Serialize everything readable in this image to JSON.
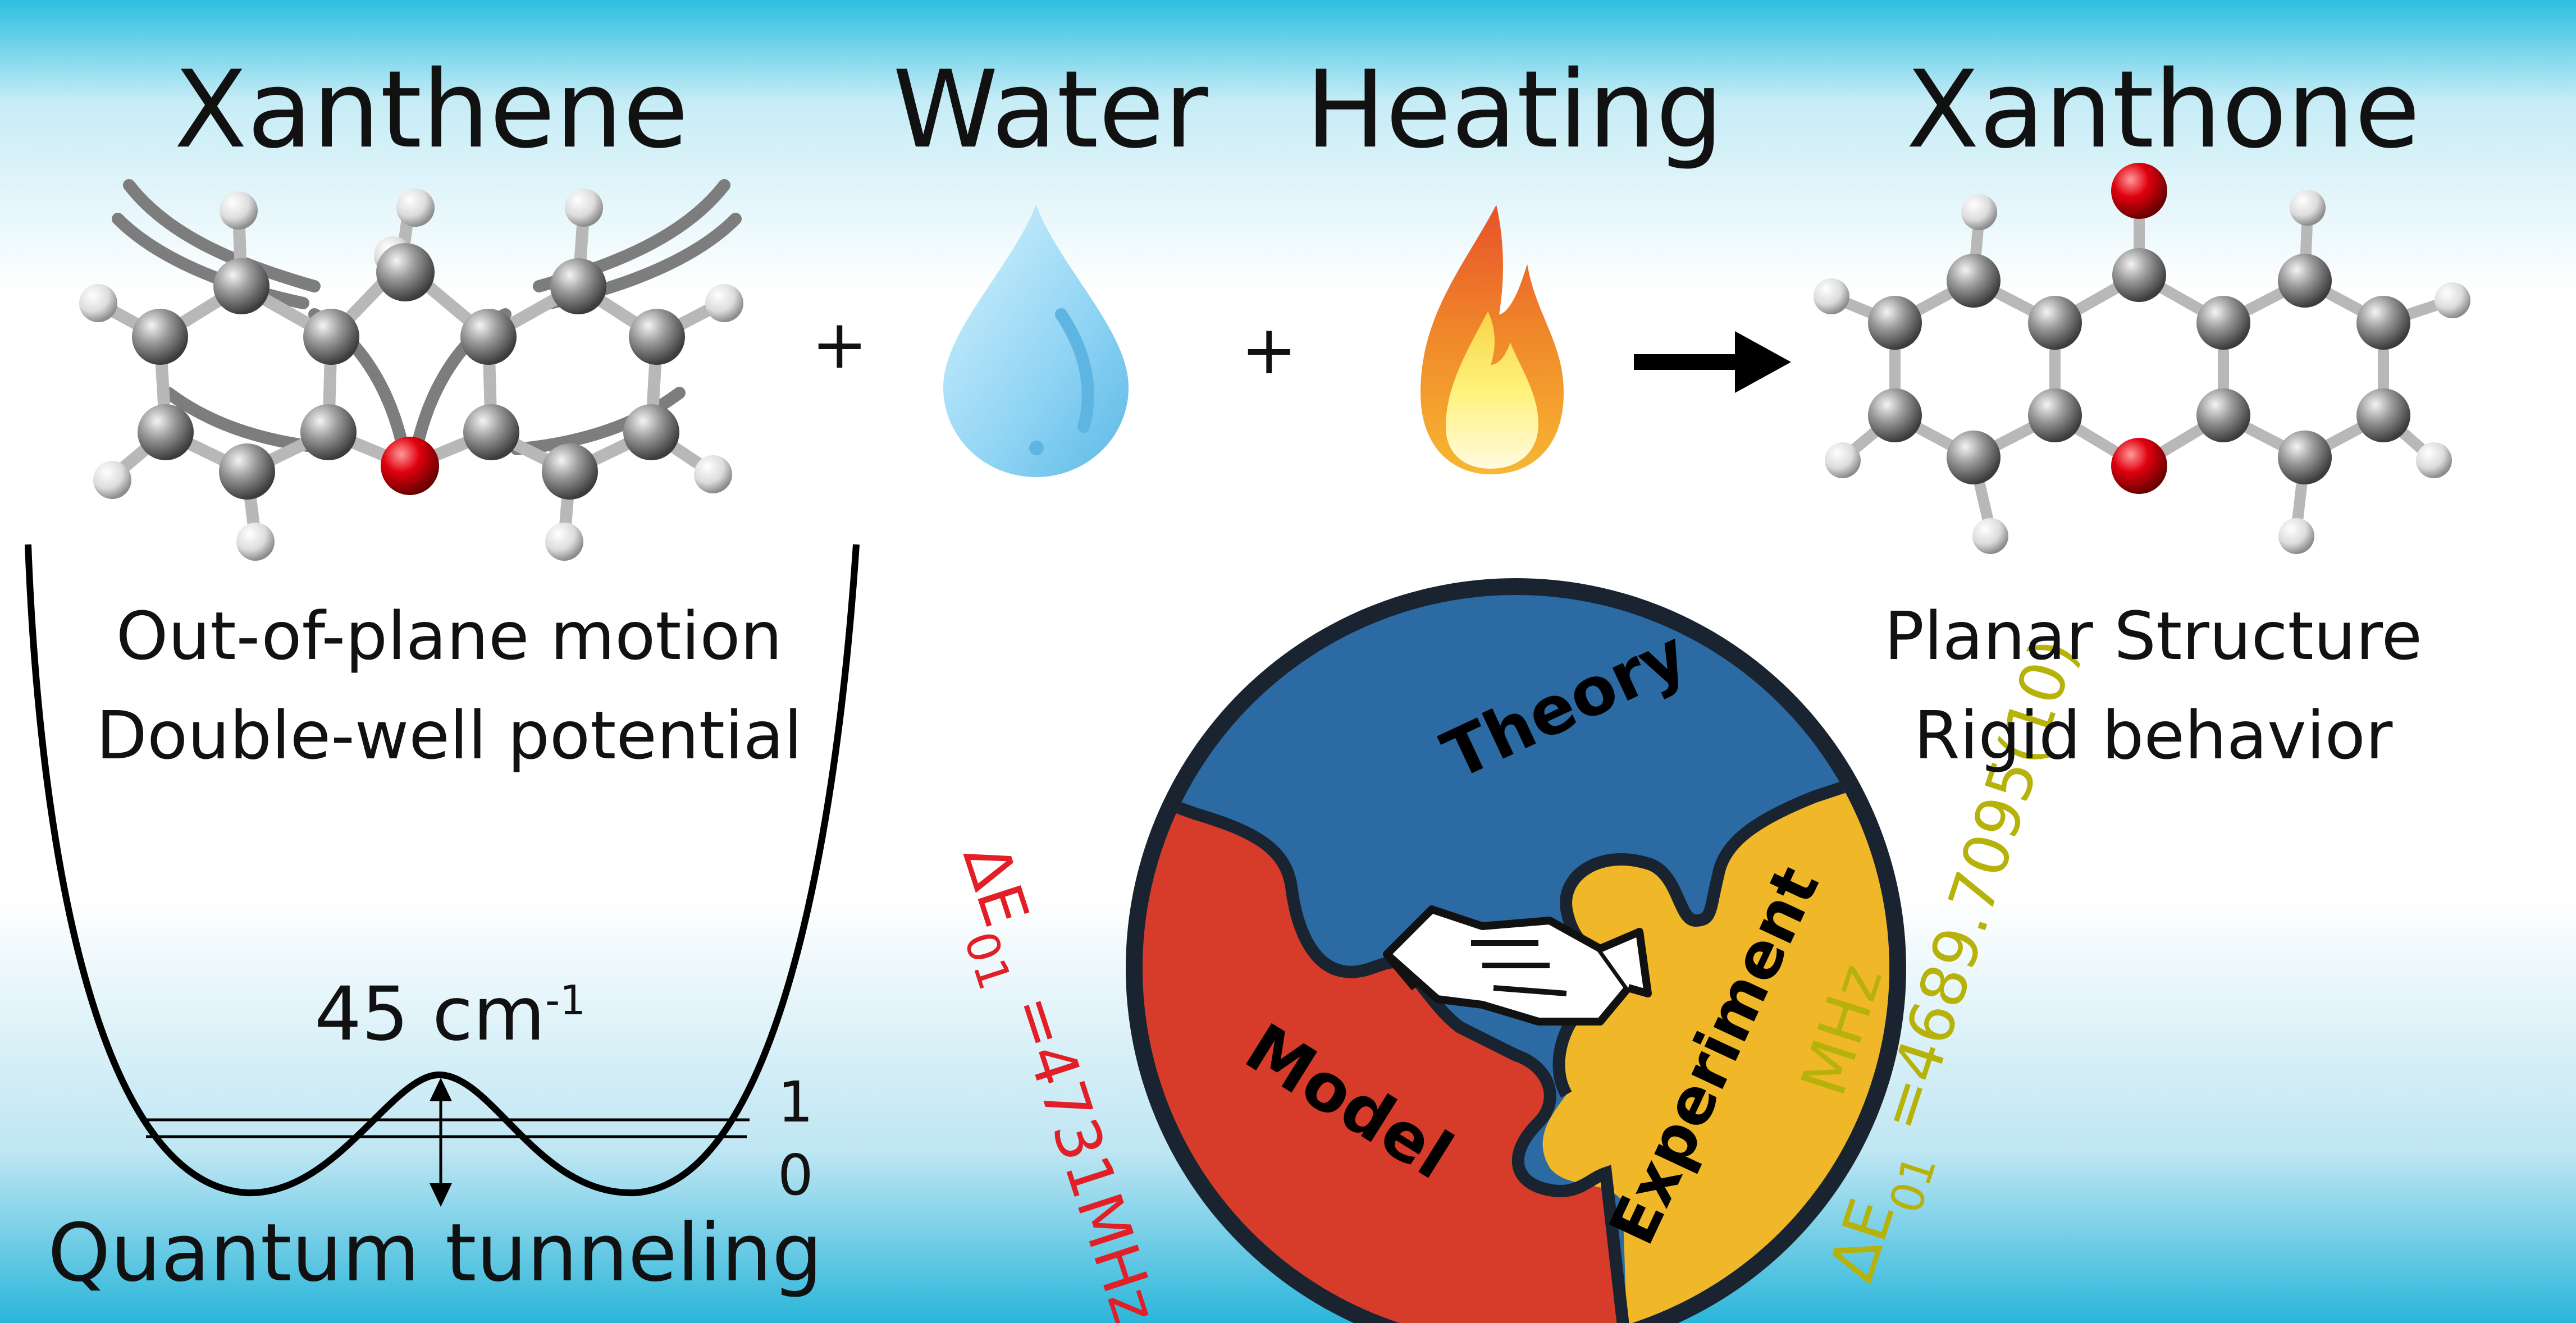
{
  "reactants": {
    "xanthene": "Xanthene",
    "water": "Water",
    "heating": "Heating",
    "xanthone": "Xanthone",
    "plus": "+"
  },
  "xanthene_info": {
    "line1": "Out-of-plane motion",
    "line2": "Double-well potential"
  },
  "xanthone_info": {
    "line1": "Planar Structure",
    "line2": "Rigid behavior"
  },
  "potential": {
    "barrier": "45 cm",
    "barrier_sup": "-1",
    "level1": "1",
    "level0": "0",
    "caption": "Quantum tunneling"
  },
  "puzzle": {
    "theory": "Theory",
    "model": "Model",
    "experiment": "Experiment"
  },
  "splitting": {
    "theory_prefix": "ΔE",
    "theory_sub": "01",
    "theory_value": " =4731MHz",
    "exp_prefix": "ΔE",
    "exp_sub": "01",
    "exp_value": " =4689.7095(10)",
    "exp_unit": "MHz"
  },
  "colors": {
    "theory_blue": "#2b6aa3",
    "model_red": "#d73b2a",
    "experiment_yellow": "#f0b829",
    "oxygen_red": "#e0000f",
    "carbon_grey": "#8a8a8a",
    "red_text": "#e21f26",
    "olive_text": "#b7b20a"
  }
}
